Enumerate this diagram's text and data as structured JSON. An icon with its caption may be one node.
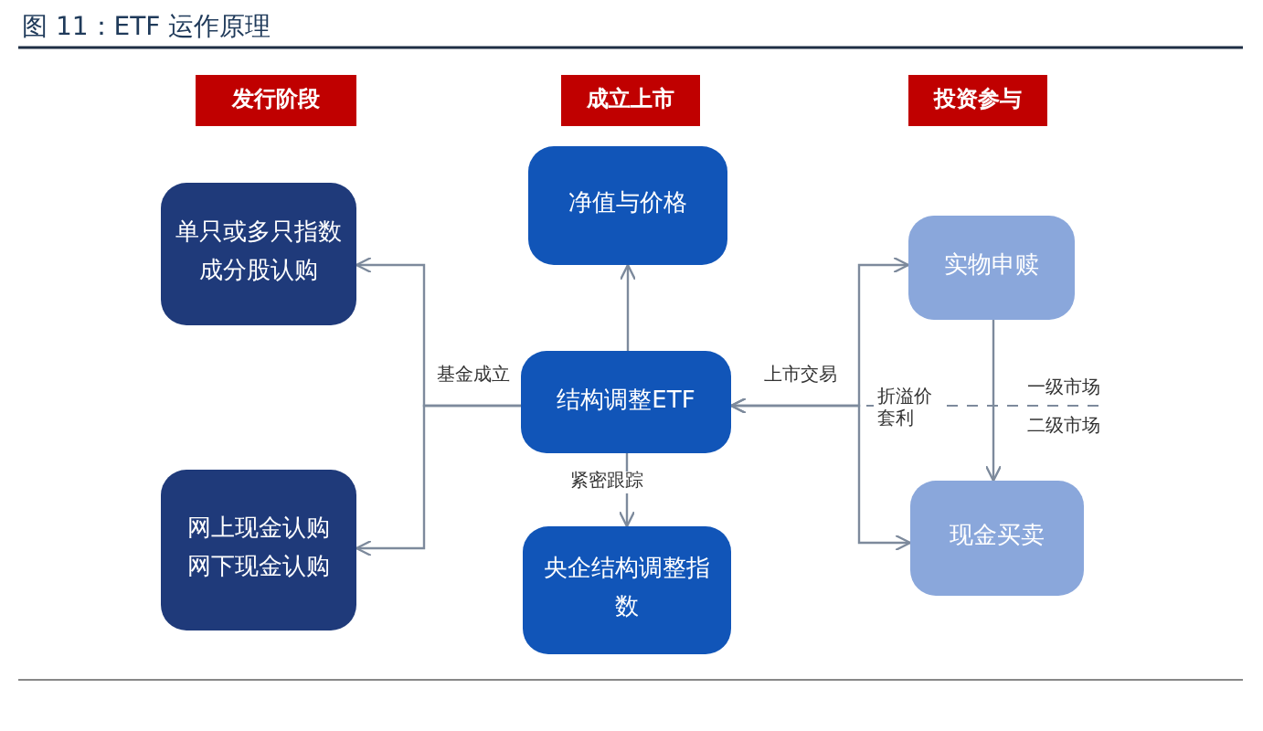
{
  "diagram": {
    "title": "图 11：ETF 运作原理",
    "nodes": [
      {
        "text": [
          "发行阶段"
        ]
      },
      {
        "text": [
          "成立上市"
        ]
      },
      {
        "text": [
          "投资参与"
        ]
      },
      {
        "text": [
          "单只或多只指数成分股认购"
        ]
      },
      {
        "text": [
          "净值与价格"
        ]
      },
      {
        "text": [
          "实物申赎"
        ]
      },
      {
        "text": [
          "结构调整ETF"
        ]
      },
      {
        "text": [
          "网上现金认购",
          "网下现金认购"
        ]
      },
      {
        "text": [
          "现金买卖"
        ]
      },
      {
        "text": [
          "央企结构调整指数"
        ]
      }
    ],
    "edges": [
      {
        "from": 6,
        "to": 3,
        "arrow": "to",
        "label": "基金成立"
      },
      {
        "from": 6,
        "to": 7,
        "arrow": "to"
      },
      {
        "from": 6,
        "to": 4,
        "arrow": "to"
      },
      {
        "from": 6,
        "to": 9,
        "arrow": "to",
        "label": "紧密跟踪"
      },
      {
        "from": 6,
        "to": 5,
        "arrow": "both",
        "label": "上市交易"
      },
      {
        "from": 6,
        "to": 8,
        "arrow": "both"
      },
      {
        "from": 5,
        "to": 8,
        "arrow": "to"
      }
    ],
    "labels": [
      "折溢价套利",
      "一级市场",
      "二级市场"
    ]
  }
}
